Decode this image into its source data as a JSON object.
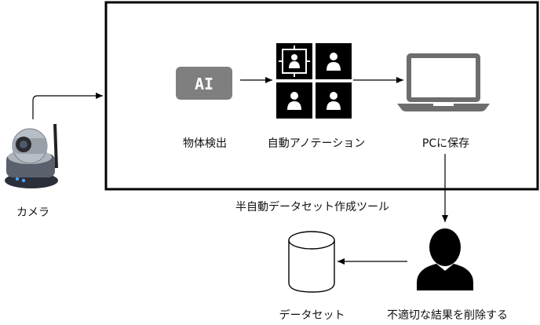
{
  "diagram": {
    "tool_box_label": "半自動データセット作成ツール",
    "nodes": {
      "camera": {
        "label": "カメラ",
        "icon": "camera-icon"
      },
      "ai": {
        "label": "物体検出",
        "icon_text": "AI",
        "icon": "ai-chip-icon"
      },
      "annotation": {
        "label": "自動アノテーション",
        "icon": "annotation-grid-icon"
      },
      "pc": {
        "label": "PCに保存",
        "icon": "laptop-icon"
      },
      "human": {
        "label": "不適切な結果を削除する",
        "icon": "person-icon"
      },
      "dataset": {
        "label": "データセット",
        "icon": "database-icon"
      }
    },
    "colors": {
      "ai_chip": "#7f7f7f",
      "laptop": "#6d6d6d",
      "grid": "#000000"
    }
  }
}
